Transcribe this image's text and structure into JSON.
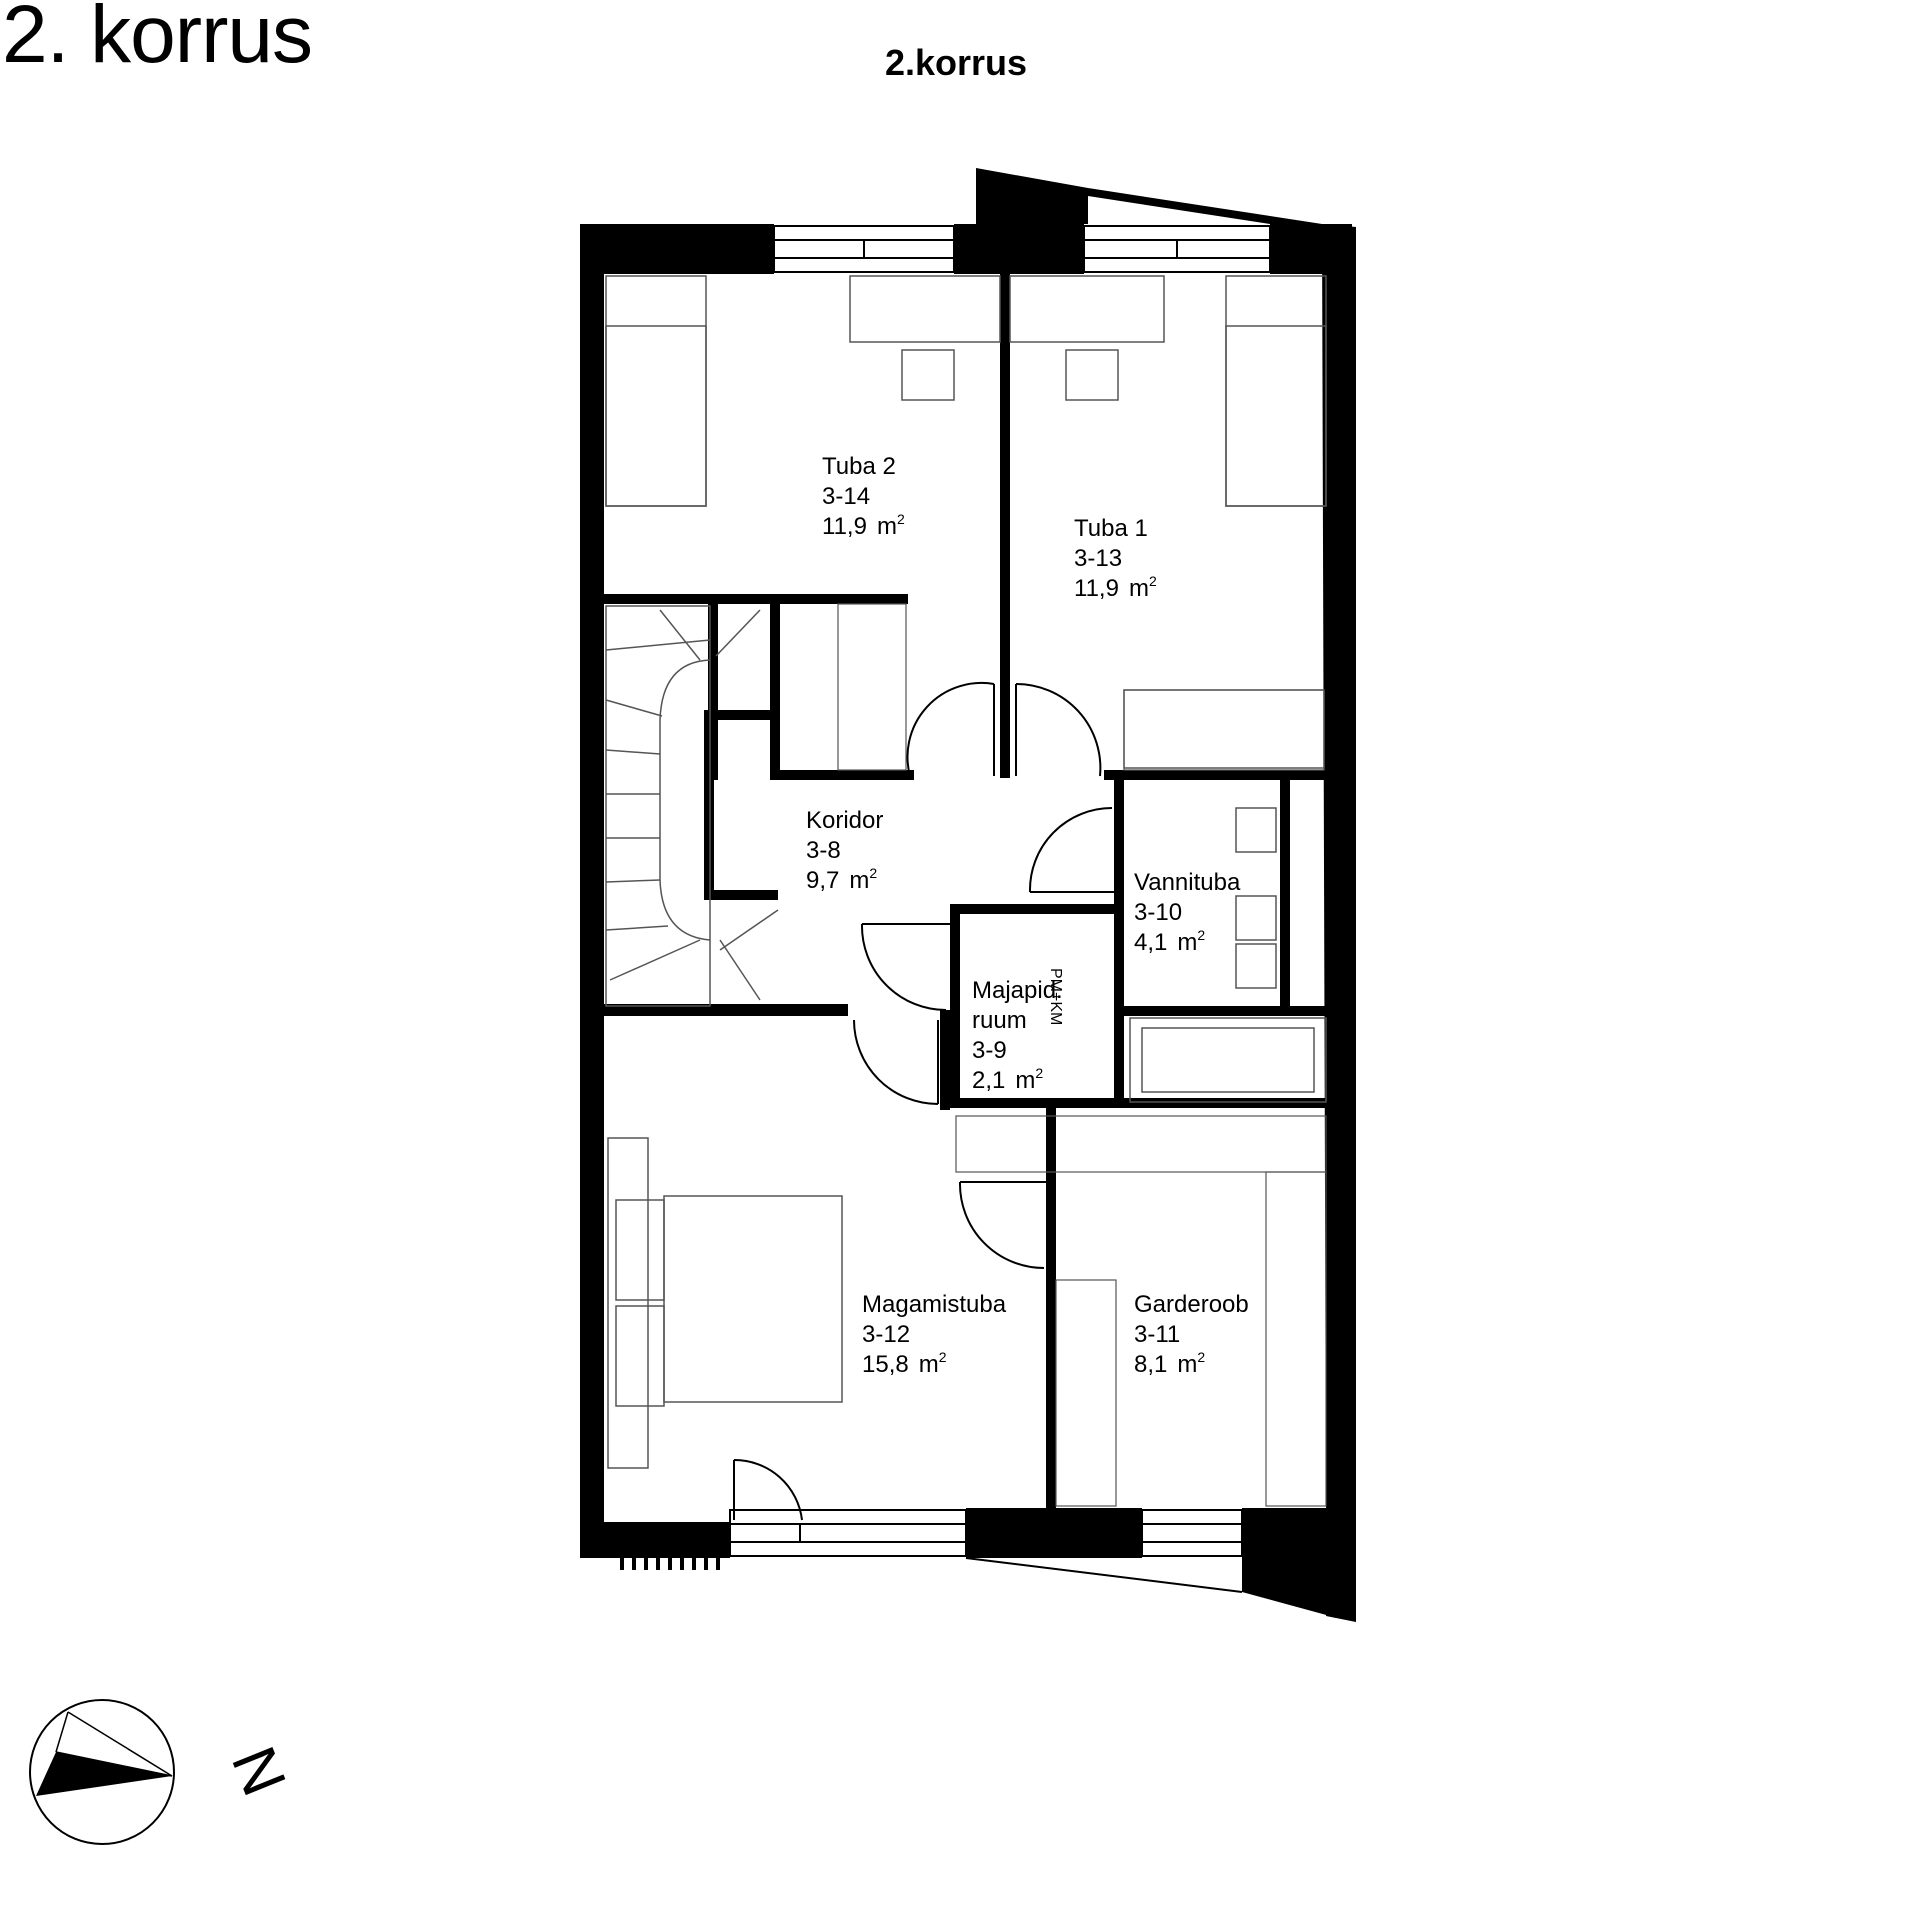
{
  "page_title": "2. korrus",
  "plan_title": "2.korrus",
  "area_unit": "m",
  "area_unit_exp": "2",
  "rooms": [
    {
      "name": "Tuba 2",
      "code": "3-14",
      "area": "11,9"
    },
    {
      "name": "Tuba 1",
      "code": "3-13",
      "area": "11,9"
    },
    {
      "name": "Koridor",
      "code": "3-8",
      "area": "9,7"
    },
    {
      "name": "Vannituba",
      "code": "3-10",
      "area": "4,1"
    },
    {
      "name": "Majapid.",
      "name2": "ruum",
      "code": "3-9",
      "area": "2,1"
    },
    {
      "name": "Magamistuba",
      "code": "3-12",
      "area": "15,8"
    },
    {
      "name": "Garderoob",
      "code": "3-11",
      "area": "8,1"
    }
  ],
  "utility_note": "PM+KM",
  "compass": {
    "label": "N"
  },
  "colors": {
    "wall": "#000000",
    "line": "#555555",
    "background": "#ffffff"
  }
}
